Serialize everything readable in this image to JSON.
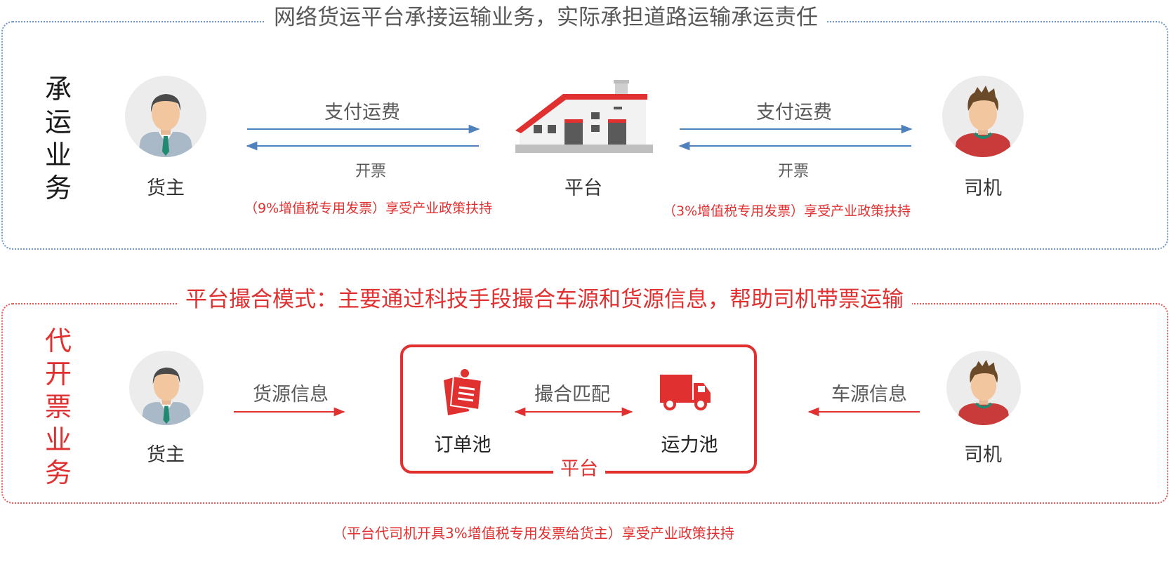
{
  "top_section": {
    "title": "网络货运平台承接运输业务，实际承担道路运输承运责任",
    "side_label": "承运业务",
    "shipper_label": "货主",
    "platform_label": "平台",
    "driver_label": "司机",
    "left_pay_label": "支付运费",
    "left_invoice_label": "开票",
    "right_pay_label": "支付运费",
    "right_invoice_label": "开票",
    "left_note": "（9%增值税专用发票）享受产业政策扶持",
    "right_note": "（3%增值税专用发票）享受产业政策扶持"
  },
  "bottom_section": {
    "title": "平台撮合模式：主要通过科技手段撮合车源和货源信息，帮助司机带票运输",
    "side_label": "代开票业务",
    "shipper_label": "货主",
    "driver_label": "司机",
    "cargo_info_label": "货源信息",
    "vehicle_info_label": "车源信息",
    "match_label": "撮合匹配",
    "order_pool_label": "订单池",
    "capacity_pool_label": "运力池",
    "platform_label": "平台"
  },
  "footer_note": "（平台代司机开具3%增值税专用发票给货主）享受产业政策扶持",
  "colors": {
    "blue_arrow": "#4f81bd",
    "red_accent": "#e03030",
    "top_border": "#6f97c9",
    "bottom_border": "#e25b5b"
  },
  "icons": {
    "shipper_avatar": "businessman-with-tie-icon",
    "driver_avatar": "young-man-icon",
    "platform": "warehouse-icon",
    "order_pool": "order-notes-icon",
    "capacity_pool": "truck-icon"
  }
}
